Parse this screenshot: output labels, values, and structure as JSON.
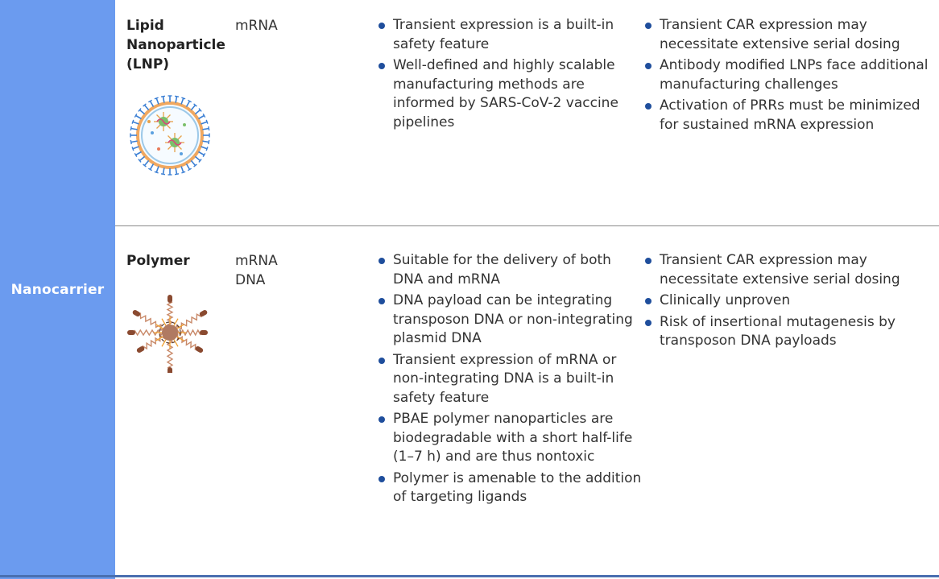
{
  "category": "Nanocarrier",
  "rows": [
    {
      "name": "Lipid\nNanoparticle\n(LNP)",
      "cargo": [
        "mRNA"
      ],
      "advantages": [
        "Transient expression is a built-in safety feature",
        "Well-defined and highly scalable manufacturing methods are informed by SARS-CoV-2 vaccine pipelines"
      ],
      "disadvantages": [
        "Transient CAR expression may necessitate extensive serial dosing",
        "Antibody modified LNPs face additional manufacturing challenges",
        "Activation of PRRs must be minimized for sustained mRNA expression"
      ],
      "image": "lipid-nanoparticle-illustration"
    },
    {
      "name": "Polymer",
      "cargo": [
        "mRNA",
        "DNA"
      ],
      "advantages": [
        "Suitable for the delivery of both DNA and mRNA",
        "DNA payload can be integrating transposon DNA or non-integrating plasmid DNA",
        "Transient expression of mRNA or non-integrating DNA is a built-in safety feature",
        "PBAE polymer nanoparticles are biodegradable with a short half-life (1–7 h) and are thus nontoxic",
        "Polymer is amenable to the addition of targeting ligands"
      ],
      "disadvantages": [
        "Transient CAR expression may necessitate extensive serial dosing",
        "Clinically unproven",
        "Risk of insertional mutagenesis by transposon DNA payloads"
      ],
      "image": "polymer-nanoparticle-illustration"
    }
  ],
  "colors": {
    "sidebar": "#6b9bef",
    "bullet": "#1f4e9c",
    "divider": "#8a8a8a",
    "bottom_rule": "#4a6fb0"
  }
}
